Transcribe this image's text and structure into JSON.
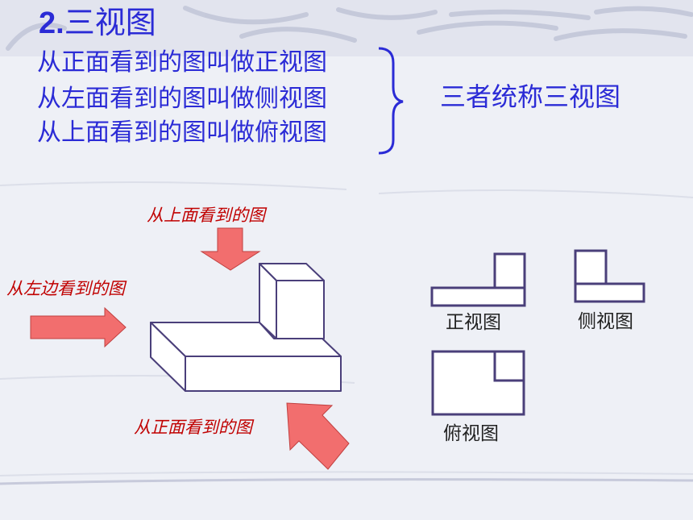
{
  "slide": {
    "title_number": "2.",
    "title_text": "三视图",
    "definitions": [
      "从正面看到的图叫做正视图",
      "从左面看到的图叫做侧视图",
      "从上面看到的图叫做俯视图"
    ],
    "summary": "三者统称三视图"
  },
  "arrows": {
    "top_label": "从上面看到的图",
    "left_label": "从左边看到的图",
    "front_label": "从正面看到的图"
  },
  "views": {
    "front_label": "正视图",
    "side_label": "侧视图",
    "top_label": "俯视图"
  },
  "colors": {
    "text_blue": "#2b2bd6",
    "arrow_fill": "#f26e6e",
    "label_red": "#c00000",
    "line_purple": "#4a3f7a"
  }
}
